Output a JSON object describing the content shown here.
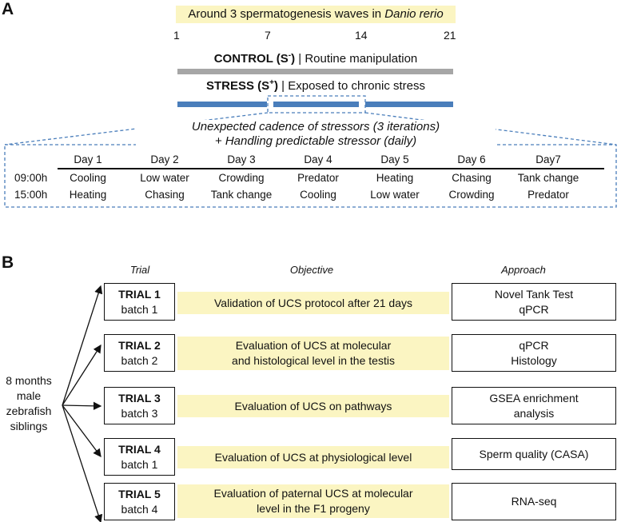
{
  "panel_a": {
    "letter": "A",
    "title_prefix": "Around 3 spermatogenesis waves in ",
    "title_species": "Danio rerio",
    "ticks": [
      "1",
      "7",
      "14",
      "21"
    ],
    "control_bold": "CONTROL (S",
    "control_sup": "-",
    "control_close": ")",
    "control_rest": " | Routine manipulation",
    "stress_bold": "STRESS (S",
    "stress_sup": "+",
    "stress_close": ")",
    "stress_rest": " | Exposed to chronic stress",
    "note_line1": "Unexpected cadence of stressors (3 iterations)",
    "note_line2": "+ Handling predictable stressor (daily)",
    "colors": {
      "control_bar": "#a6a6a6",
      "stress_bar": "#4a7ebb",
      "highlight": "#fbf5c2"
    },
    "schedule": {
      "days": [
        "Day 1",
        "Day 2",
        "Day 3",
        "Day 4",
        "Day 5",
        "Day 6",
        "Day7"
      ],
      "rows": [
        {
          "time": "09:00h",
          "items": [
            "Cooling",
            "Low water",
            "Crowding",
            "Predator",
            "Heating",
            "Chasing",
            "Tank change"
          ]
        },
        {
          "time": "15:00h",
          "items": [
            "Heating",
            "Chasing",
            "Tank change",
            "Cooling",
            "Low water",
            "Crowding",
            "Predator"
          ]
        }
      ]
    }
  },
  "panel_b": {
    "letter": "B",
    "headers": {
      "trial": "Trial",
      "objective": "Objective",
      "approach": "Approach"
    },
    "source_lines": [
      "8 months",
      "male",
      "zebrafish",
      "siblings"
    ],
    "trials": [
      {
        "title": "TRIAL 1",
        "batch": "batch 1",
        "objective": [
          "Validation of UCS protocol after 21 days"
        ],
        "approach": [
          "Novel Tank Test",
          "qPCR"
        ]
      },
      {
        "title": "TRIAL 2",
        "batch": "batch 2",
        "objective": [
          "Evaluation of UCS at molecular",
          "and histological level in the testis"
        ],
        "approach": [
          "qPCR",
          "Histology"
        ]
      },
      {
        "title": "TRIAL 3",
        "batch": "batch 3",
        "objective": [
          "Evaluation of UCS on pathways"
        ],
        "approach": [
          "GSEA enrichment",
          "analysis"
        ]
      },
      {
        "title": "TRIAL 4",
        "batch": "batch 1",
        "objective": [
          "Evaluation of UCS at physiological level"
        ],
        "approach": [
          "Sperm quality (CASA)"
        ]
      },
      {
        "title": "TRIAL 5",
        "batch": "batch 4",
        "objective": [
          "Evaluation of paternal UCS at molecular",
          "level in the F1 progeny"
        ],
        "approach": [
          "RNA-seq"
        ]
      }
    ]
  }
}
